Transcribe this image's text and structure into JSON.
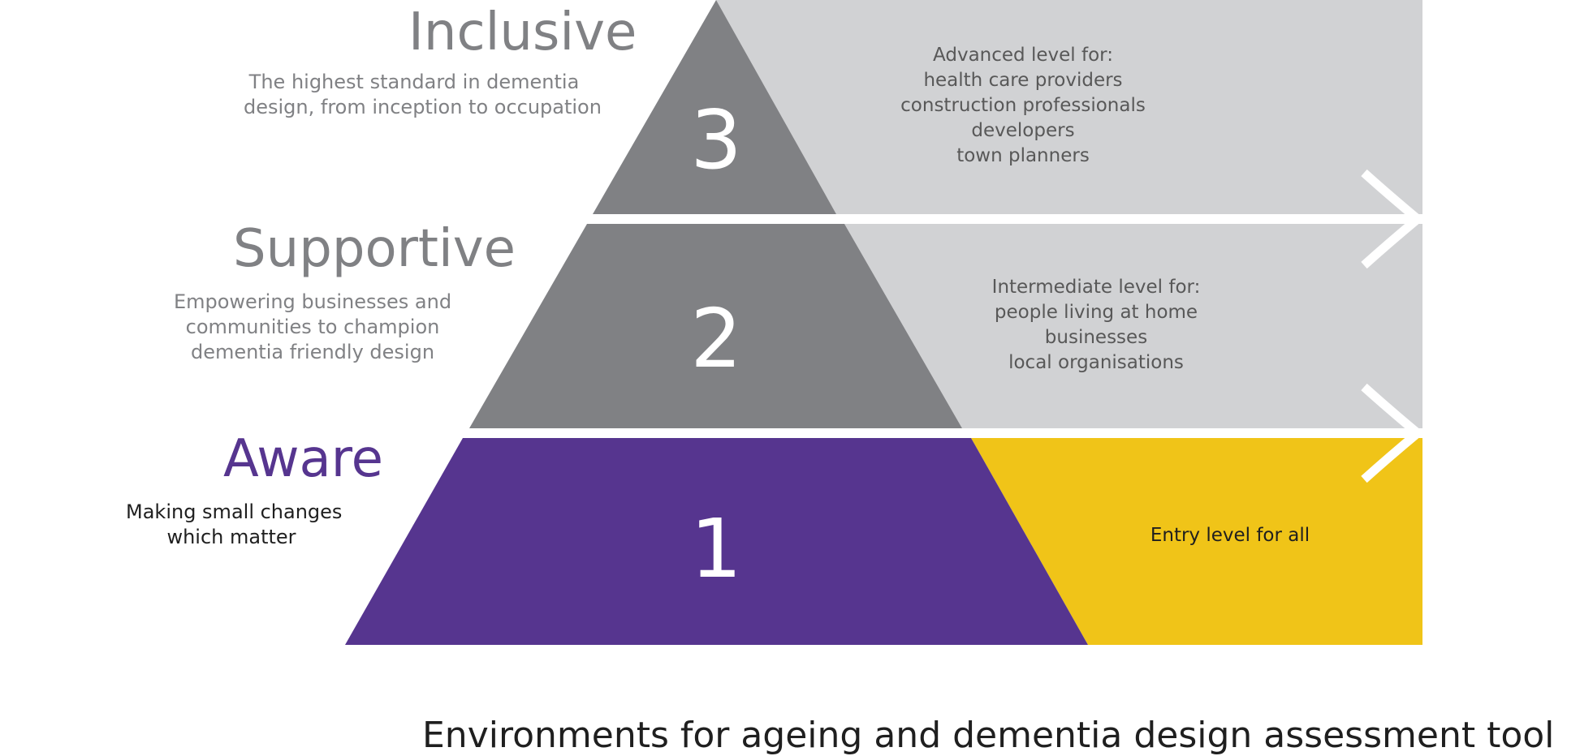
{
  "colors": {
    "grey_tier": "#808184",
    "grey_band": "#d1d2d4",
    "purple": "#56358f",
    "yellow": "#f0c418",
    "title_grey": "#808184",
    "subtitle_grey": "#808184",
    "aware_sub_text": "#1f1f1f",
    "footer_text": "#1f1f1f"
  },
  "levels": [
    {
      "number": "3",
      "title": "Inclusive",
      "subtitle": [
        "The highest standard in dementia",
        "design, from inception to occupation"
      ],
      "audience": [
        "Advanced level for:",
        "health care providers",
        "construction professionals",
        "developers",
        "town planners"
      ]
    },
    {
      "number": "2",
      "title": "Supportive",
      "subtitle": [
        "Empowering businesses and",
        "communities to champion",
        "dementia friendly design"
      ],
      "audience": [
        "Intermediate level for:",
        "people living at home",
        "businesses",
        "local organisations"
      ]
    },
    {
      "number": "1",
      "title": "Aware",
      "subtitle": [
        "Making small changes",
        "which matter"
      ],
      "audience": [
        "Entry level for all"
      ]
    }
  ],
  "footer": {
    "caption": "Environments for ageing and dementia design assessment tool"
  }
}
